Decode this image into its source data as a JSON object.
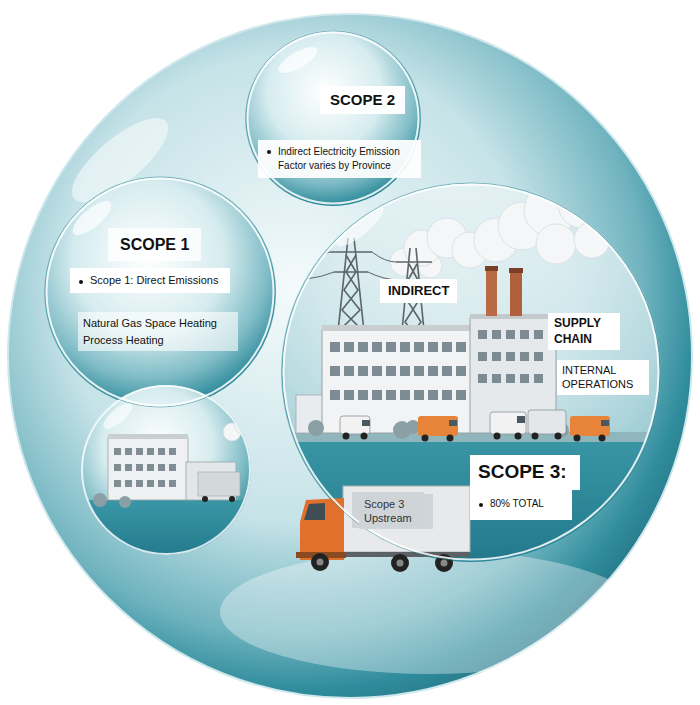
{
  "diagram": {
    "nodes": [
      {
        "text": [
          "SCOPE 2",
          "Indirect Electricity Emission Factor varies by Province"
        ]
      },
      {
        "text": [
          "SCOPE 1",
          "Scope 1: Direct Emissions",
          "Natural Gas Space Heating Process Heating"
        ]
      },
      {
        "text": [
          "INDIRECT",
          "SUPPLY CHAIN",
          "INTERNAL OPERATIONS",
          "SCOPE 3:",
          "80% TOTAL"
        ]
      }
    ],
    "labels": [
      "Scope 3 Upstream"
    ]
  }
}
